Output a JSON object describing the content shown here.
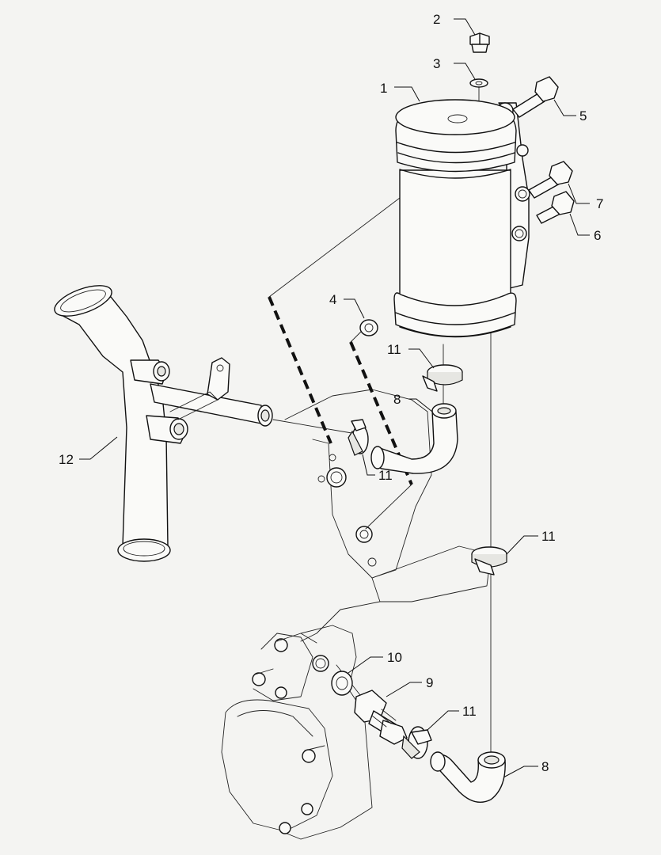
{
  "callouts": {
    "c1": "1",
    "c2": "2",
    "c3": "3",
    "c4": "4",
    "c5": "5",
    "c6": "6",
    "c7": "7",
    "c8a": "8",
    "c8b": "8",
    "c9": "9",
    "c10": "10",
    "c11a": "11",
    "c11b": "11",
    "c11c": "11",
    "c11d": "11",
    "c12": "12"
  }
}
